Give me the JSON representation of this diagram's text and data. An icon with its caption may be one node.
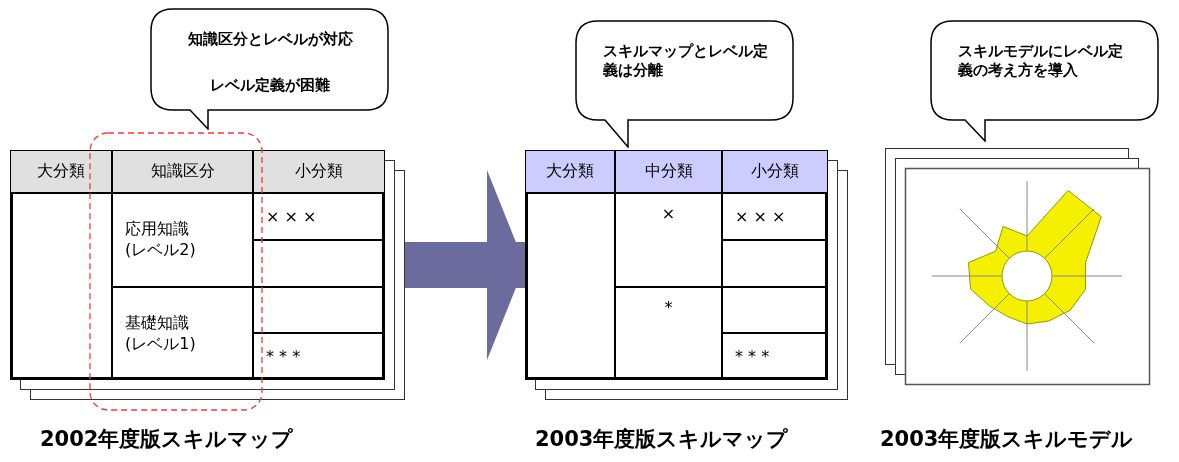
{
  "diagram": {
    "nodes": [
      {
        "text": [
          "知識区分とレベルが対応",
          "レベル定義が困難"
        ]
      },
      {
        "text": [
          "大分類",
          "知識区分",
          "小分類",
          "応用知識 (レベル2)",
          "× × ×",
          "基礎知識 (レベル1)",
          "* * *"
        ],
        "beside": [
          "2002年度版スキルマップ"
        ]
      },
      {
        "text": [
          "スキルマップとレベル定義は分離"
        ]
      },
      {
        "text": [
          "大分類",
          "中分類",
          "小分類",
          "×",
          "× × ×",
          "*",
          "* * *"
        ],
        "beside": [
          "2003年度版スキルマップ"
        ]
      },
      {
        "text": [
          "スキルモデルにレベル定義の考え方を導入"
        ]
      },
      {
        "text": [],
        "shape": "picture",
        "beside": [
          "2003年度版スキルモデル"
        ]
      }
    ],
    "edges": [
      {
        "from": 1,
        "to": 3,
        "arrow": "to"
      }
    ]
  }
}
